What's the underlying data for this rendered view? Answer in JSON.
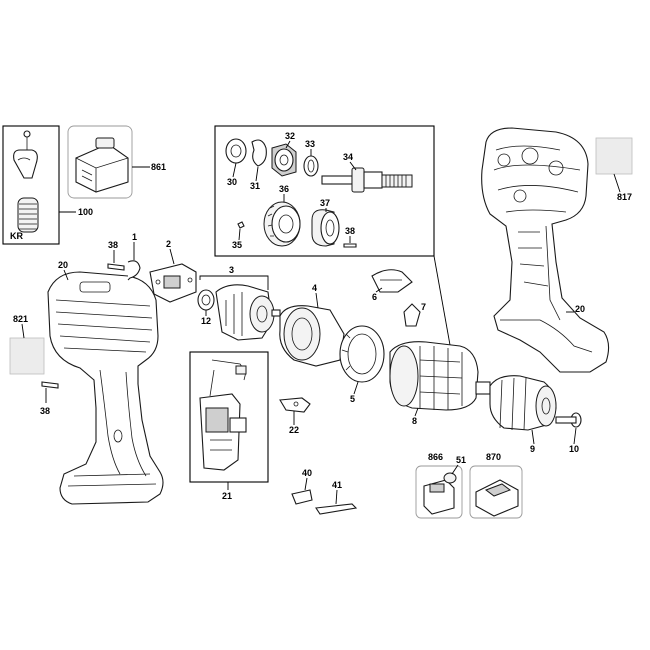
{
  "callouts": {
    "c1": "1",
    "c2": "2",
    "c3": "3",
    "c4": "4",
    "c5": "5",
    "c6": "6",
    "c7": "7",
    "c8": "8",
    "c9": "9",
    "c10": "10",
    "c12": "12",
    "c20_left": "20",
    "c20_right": "20",
    "c21": "21",
    "c22": "22",
    "c30": "30",
    "c31": "31",
    "c32": "32",
    "c33": "33",
    "c34": "34",
    "c35": "35",
    "c36": "36",
    "c37": "37",
    "c38_top": "38",
    "c38_left": "38",
    "c38_inset": "38",
    "c40": "40",
    "c41": "41",
    "c51": "51",
    "c100": "100",
    "c817": "817",
    "c821": "821",
    "c861": "861",
    "c866": "866",
    "c870": "870",
    "kr": "KR"
  }
}
